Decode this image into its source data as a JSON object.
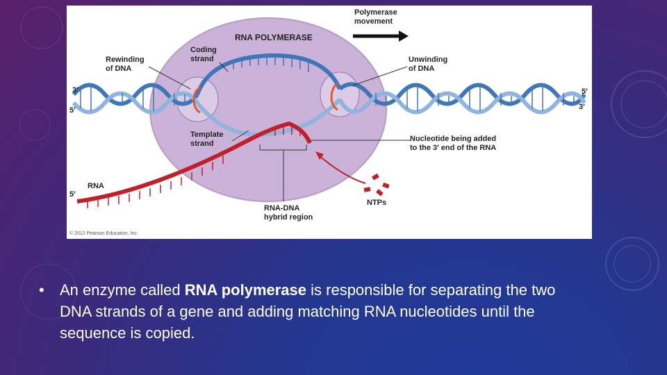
{
  "slide": {
    "colors": {
      "accent_strand": "#3f76b8",
      "rna": "#c0202a",
      "polymerase": "#cbb2d8"
    },
    "diagram": {
      "labels": {
        "polymerase_movement": "Polymerase\nmovement",
        "rna_polymerase": "RNA POLYMERASE",
        "coding_strand": "Coding\nstrand",
        "rewinding": "Rewinding\nof DNA",
        "unwinding": "Unwinding\nof DNA",
        "template_strand": "Template\nstrand",
        "nucleotide_added": "Nucleotide being added\nto the 3′ end of the RNA",
        "rna": "RNA",
        "ntps": "NTPs",
        "hybrid_region": "RNA-DNA\nhybrid region",
        "left_3": "3′",
        "left_5": "5′",
        "right_5": "5′",
        "right_3": "3′",
        "rna_5": "5′",
        "copyright": "© 2012 Pearson Education, Inc."
      }
    },
    "caption": {
      "bullet": "•",
      "before": "An enzyme called ",
      "bold": "RNA polymerase",
      "after": " is responsible for separating the two DNA strands of a gene and adding matching RNA nucleotides until the sequence is copied."
    }
  }
}
